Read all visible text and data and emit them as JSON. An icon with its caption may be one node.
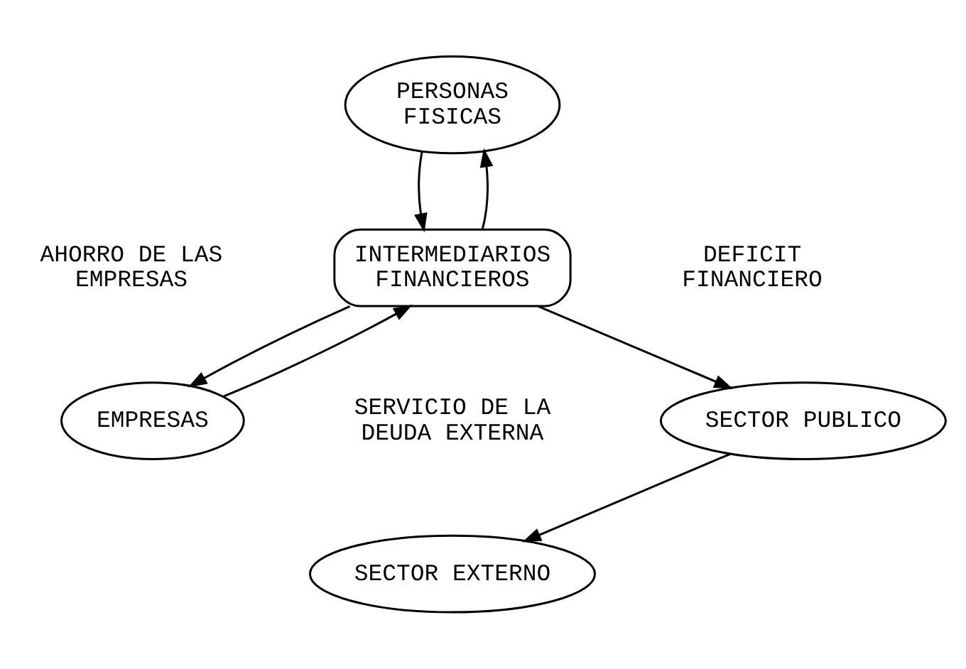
{
  "diagram": {
    "nodes": [
      {
        "text": [
          "PERSONAS FISICAS"
        ]
      },
      {
        "text": [
          "INTERMEDIARIOS FINANCIEROS"
        ]
      },
      {
        "text": [
          "EMPRESAS"
        ]
      },
      {
        "text": [
          "SECTOR PUBLICO"
        ]
      },
      {
        "text": [
          "SECTOR EXTERNO"
        ]
      }
    ],
    "edges": [
      {
        "from": 0,
        "to": 1,
        "arrow": "to"
      },
      {
        "from": 1,
        "to": 0,
        "arrow": "to"
      },
      {
        "from": 1,
        "to": 2,
        "arrow": "to"
      },
      {
        "from": 2,
        "to": 1,
        "arrow": "to"
      },
      {
        "from": 1,
        "to": 3,
        "arrow": "to"
      },
      {
        "from": 3,
        "to": 4,
        "arrow": "to"
      }
    ],
    "labels": [
      "AHORRO DE LAS EMPRESAS",
      "DEFICIT FINANCIERO",
      "SERVICIO DE LA DEUDA EXTERNA"
    ]
  }
}
